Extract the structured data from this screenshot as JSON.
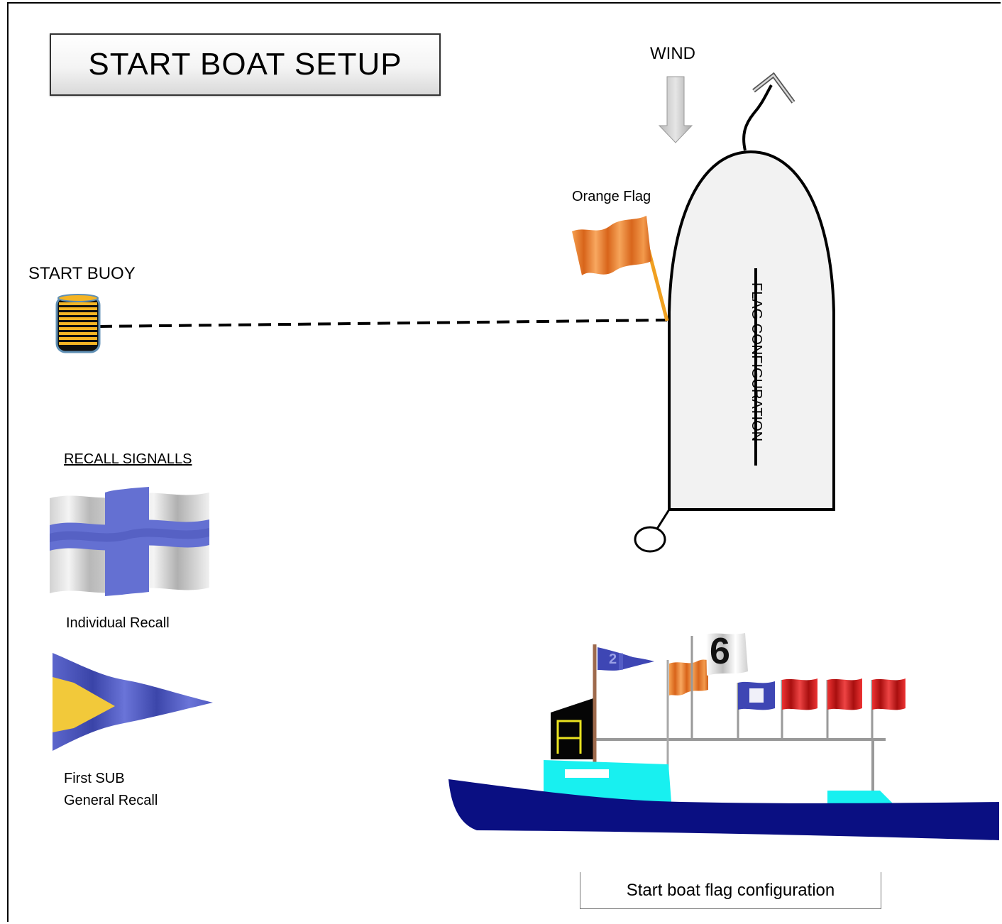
{
  "title": "START BOAT SETUP",
  "wind_label": "WIND",
  "orange_flag_label": "Orange Flag",
  "start_buoy_label": "START BUOY",
  "boat_label": "FLAG CONFIGURATION",
  "recall_heading": "RECALL SIGNALLS",
  "individual_recall_label": "Individual Recall",
  "first_sub_line1": "First SUB",
  "first_sub_line2": "General Recall",
  "caption": "Start boat flag configuration",
  "boat_scene": {
    "flag_2_text": "2",
    "flag_6_text": "6",
    "display_letter": "A"
  },
  "colors": {
    "orange": "#f08a2a",
    "recall_blue": "#6470d2",
    "hull_navy": "#0a0f82",
    "cabin_cyan": "#18f0f0",
    "flag_red": "#d42323",
    "boat_fill": "#f2f2f2"
  }
}
